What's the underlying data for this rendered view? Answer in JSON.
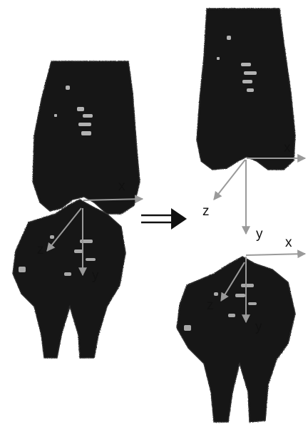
{
  "colors": {
    "background": "#ffffff",
    "bone": "#151515",
    "bone_edge": "#2e2e2e",
    "highlight": "#d9d9d9",
    "axis": "#9a9a9a",
    "arrow": "#111111"
  },
  "left_assembly": {
    "femur_coordinate_labels": {
      "x": "x"
    },
    "tibia_coordinate_labels": {
      "z": "z",
      "y": "y"
    }
  },
  "right_assembly": {
    "femur_coordinate_labels": {
      "x": "x",
      "z": "z",
      "y": "y"
    },
    "tibia_coordinate_labels": {
      "x": "x",
      "z": "z",
      "y": "y"
    }
  },
  "transition_arrow": {
    "icon": "double-arrow-right-icon"
  }
}
